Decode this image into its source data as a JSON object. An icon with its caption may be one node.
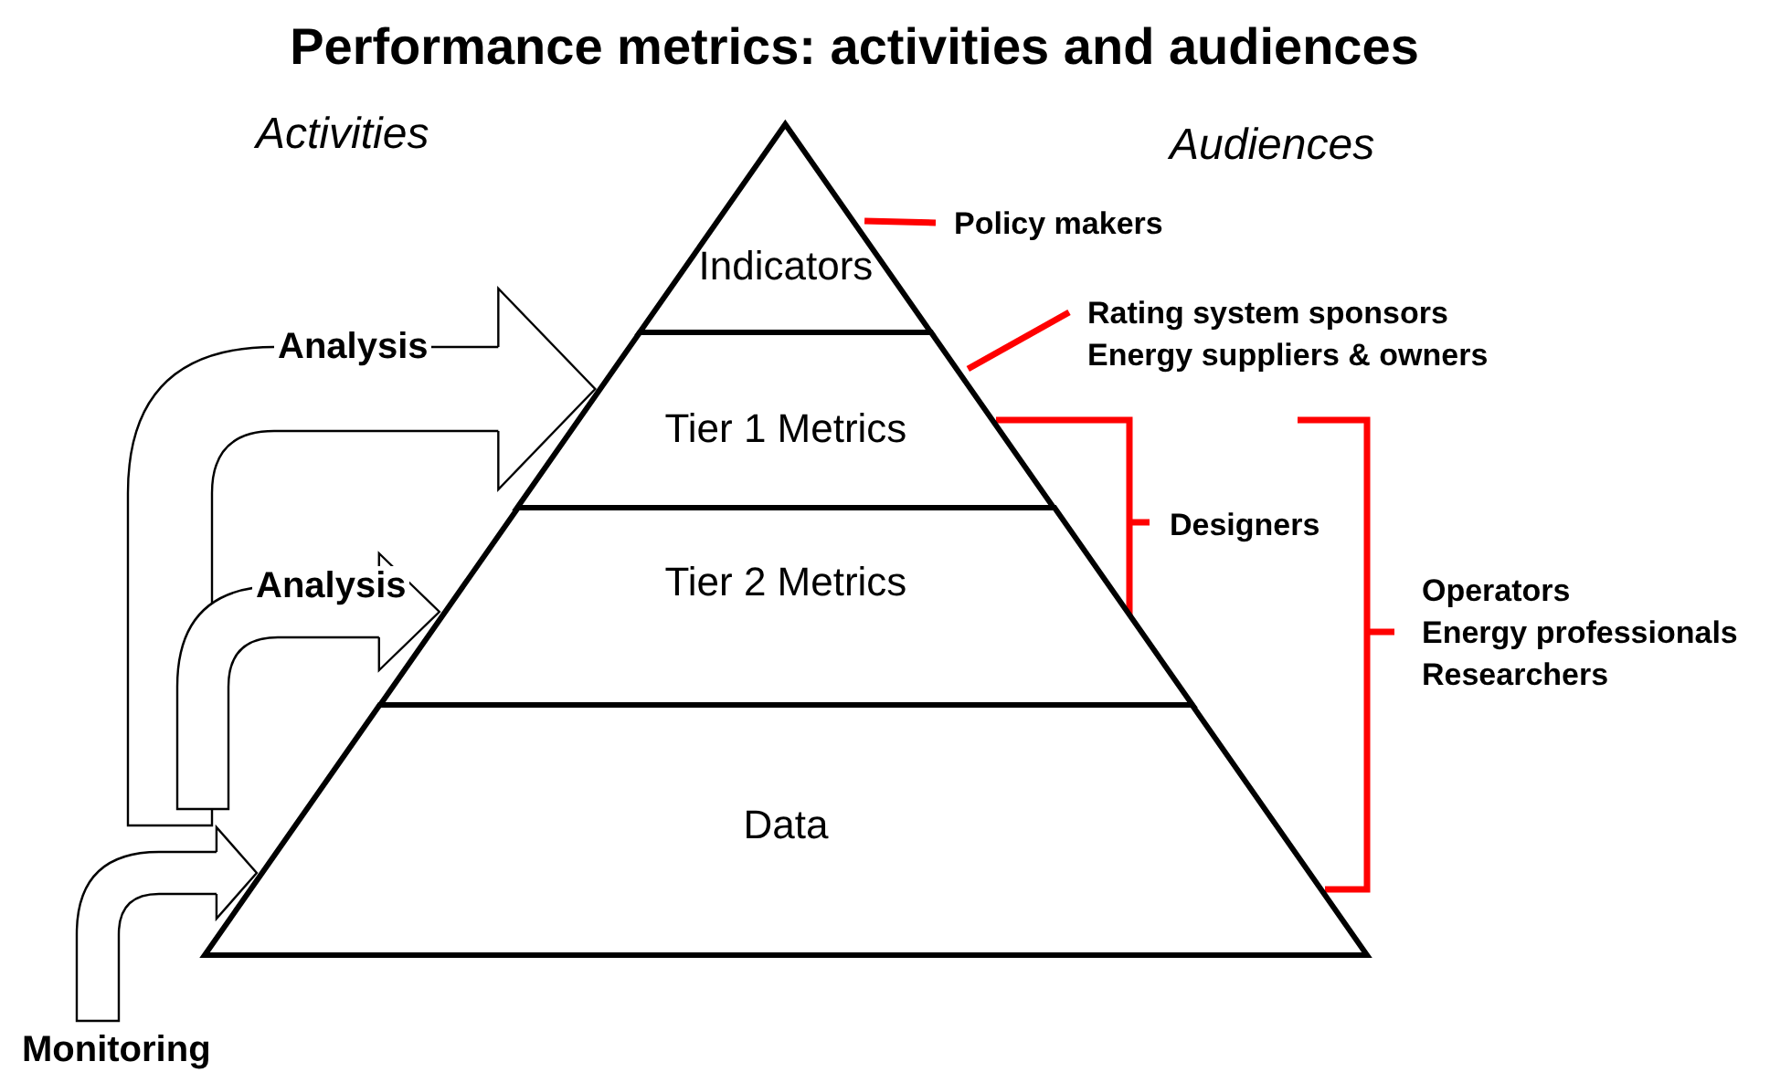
{
  "diagram": {
    "title": "Performance metrics: activities and audiences",
    "nodes": [
      {
        "text": [
          "Indicators"
        ]
      },
      {
        "text": [
          "Tier 1 Metrics"
        ]
      },
      {
        "text": [
          "Tier 2 Metrics"
        ]
      },
      {
        "text": [
          "Data"
        ]
      },
      {
        "text": [
          "Policy makers"
        ]
      },
      {
        "text": [
          "Rating system sponsors",
          "Energy suppliers & owners"
        ]
      },
      {
        "text": [
          "Monitoring"
        ]
      }
    ],
    "edges": [
      {
        "from": 6,
        "to": 3,
        "arrow": "to"
      },
      {
        "from": null,
        "to": 2,
        "arrow": "to",
        "label": "Analysis"
      },
      {
        "from": null,
        "to": 1,
        "arrow": "to",
        "label": "Analysis"
      },
      {
        "from": 4,
        "to": 0,
        "arrow": "none",
        "style": "thick",
        "color": "#ff0000"
      },
      {
        "from": 5,
        "to": 1,
        "arrow": "none",
        "style": "thick",
        "color": "#ff0000"
      }
    ],
    "labels": [
      "Activities",
      "Audiences",
      "Designers",
      "Operators",
      "Energy professionals",
      "Researchers"
    ]
  }
}
